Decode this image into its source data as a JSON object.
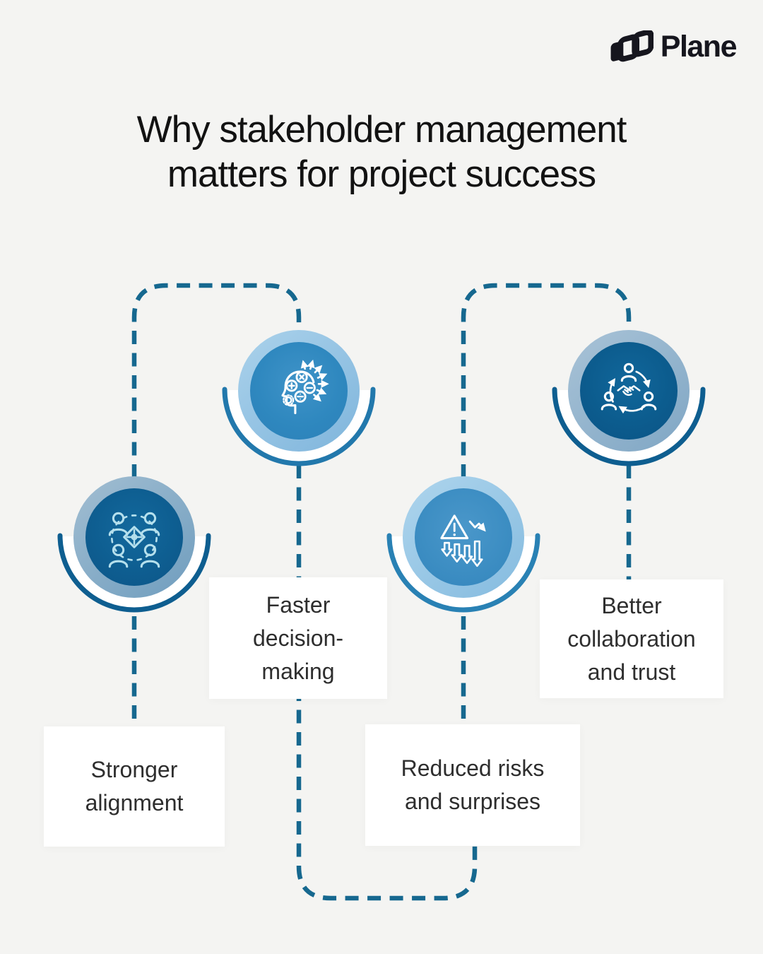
{
  "brand": {
    "name": "Plane",
    "logo_icon": "plane-logo-icon",
    "color": "#16161E"
  },
  "title": {
    "line1": "Why stakeholder management",
    "line2": "matters for project success"
  },
  "theme": {
    "background": "#F4F4F2",
    "card_background": "#FFFFFF",
    "connector_color": "#16688F",
    "connector_style": "dashed",
    "text_color": "#2E2E2E"
  },
  "nodes": [
    {
      "id": "stronger-alignment",
      "icon": "team-puzzle-icon",
      "card_lines": [
        "Stronger",
        "alignment"
      ],
      "ring_color": "#82A8C4",
      "fill_color": "#0E6094",
      "arc_color": "#0E5E90",
      "icon_color": "#B5E0ED"
    },
    {
      "id": "faster-decision-making",
      "icon": "head-calculations-icon",
      "card_lines": [
        "Faster",
        "decision-",
        "making"
      ],
      "ring_color": "#95C4E3",
      "fill_color": "#2F89C0",
      "arc_color": "#2278AC",
      "icon_color": "#FFFFFF"
    },
    {
      "id": "reduced-risks-and-surprises",
      "icon": "warning-descending-arrows-icon",
      "card_lines": [
        "Reduced risks",
        "and surprises"
      ],
      "ring_color": "#9CC9E6",
      "fill_color": "#3D8EC3",
      "arc_color": "#2981B4",
      "icon_color": "#FFFFFF"
    },
    {
      "id": "better-collaboration-and-trust",
      "icon": "handshake-team-icon",
      "card_lines": [
        "Better",
        "collaboration",
        "and trust"
      ],
      "ring_color": "#93B5CD",
      "fill_color": "#0C5C8E",
      "arc_color": "#0E5E90",
      "icon_color": "#FFFFFF"
    }
  ]
}
